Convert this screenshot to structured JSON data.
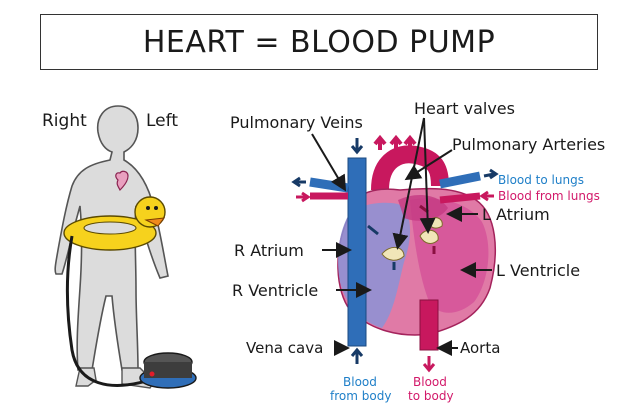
{
  "title": "HEART = BLOOD PUMP",
  "figure": {
    "right": "Right",
    "left": "Left"
  },
  "labels": {
    "pulmonary_veins": "Pulmonary Veins",
    "heart_valves": "Heart valves",
    "pulmonary_arteries": "Pulmonary Arteries",
    "blood_to_lungs": "Blood to lungs",
    "blood_from_lungs": "Blood from lungs",
    "l_atrium": "L Atrium",
    "r_atrium": "R Atrium",
    "l_ventricle": "L Ventricle",
    "r_ventricle": "R Ventricle",
    "vena_cava": "Vena cava",
    "aorta": "Aorta",
    "blood_from_body_1": "Blood",
    "blood_from_body_2": "from body",
    "blood_to_body_1": "Blood",
    "blood_to_body_2": "to body"
  },
  "colors": {
    "blue_vessel": "#2f6eb8",
    "red_vessel": "#c8185e",
    "heart_pink": "#e07aa6",
    "heart_light": "#f3b9d0",
    "blue_label": "#1f7fc8",
    "red_label": "#d2196a",
    "dark_arrow": "#173a66",
    "body_gray": "#dcdcdc",
    "duck_yellow": "#f6d21d"
  }
}
